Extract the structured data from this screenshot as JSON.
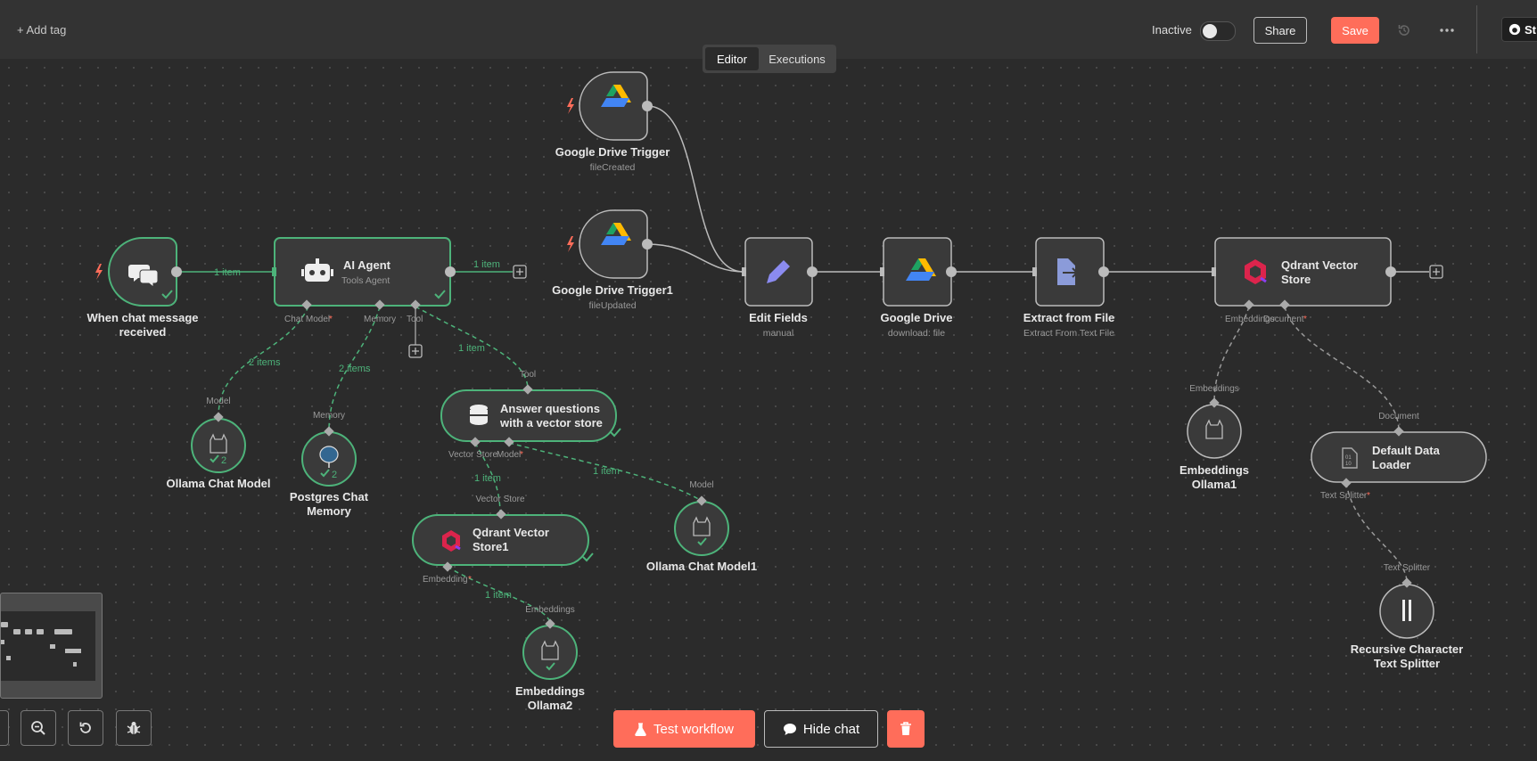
{
  "header": {
    "add_tag": "+ Add tag",
    "active_label": "Inactive",
    "share": "Share",
    "save": "Save",
    "more_icon": "ellipsis-icon",
    "history_icon": "history-icon",
    "star_partial": "St"
  },
  "modes": {
    "editor": "Editor",
    "executions": "Executions"
  },
  "nodes": {
    "chat_trigger": {
      "title_line1": "When chat message",
      "title_line2": "received"
    },
    "ai_agent": {
      "title": "AI Agent",
      "subtitle": "Tools Agent"
    },
    "gdrive_trigger": {
      "title": "Google Drive Trigger",
      "subtitle": "fileCreated"
    },
    "gdrive_trigger1": {
      "title": "Google Drive Trigger1",
      "subtitle": "fileUpdated"
    },
    "edit_fields": {
      "title": "Edit Fields",
      "subtitle": "manual"
    },
    "gdrive": {
      "title": "Google Drive",
      "subtitle": "download: file"
    },
    "extract": {
      "title": "Extract from File",
      "subtitle": "Extract From Text File"
    },
    "qdrant": {
      "title_line1": "Qdrant Vector",
      "title_line2": "Store"
    },
    "answer_q": {
      "title_line1": "Answer questions",
      "title_line2": "with a vector store"
    },
    "qdrant1": {
      "title_line1": "Qdrant Vector",
      "title_line2": "Store1"
    },
    "ollama_chat": {
      "title": "Ollama Chat Model",
      "badge": "2"
    },
    "postgres": {
      "title_line1": "Postgres Chat",
      "title_line2": "Memory",
      "badge": "2"
    },
    "ollama_chat1": {
      "title": "Ollama Chat Model1"
    },
    "emb_ollama2": {
      "title_line1": "Embeddings",
      "title_line2": "Ollama2"
    },
    "emb_ollama1": {
      "title_line1": "Embeddings",
      "title_line2": "Ollama1"
    },
    "loader": {
      "title_line1": "Default Data",
      "title_line2": "Loader"
    },
    "splitter": {
      "title_line1": "Recursive Character",
      "title_line2": "Text Splitter"
    }
  },
  "ports": {
    "chat_model": "Chat Model",
    "memory": "Memory",
    "tool": "Tool",
    "model": "Model",
    "vector_store": "Vector Store",
    "embedding": "Embedding",
    "embeddings": "Embeddings",
    "document": "Document",
    "text_splitter": "Text Splitter",
    "required": "*"
  },
  "edges": {
    "one_item": "1 item",
    "two_items": "2 items"
  },
  "footer": {
    "test_workflow": "Test workflow",
    "hide_chat": "Hide chat"
  }
}
